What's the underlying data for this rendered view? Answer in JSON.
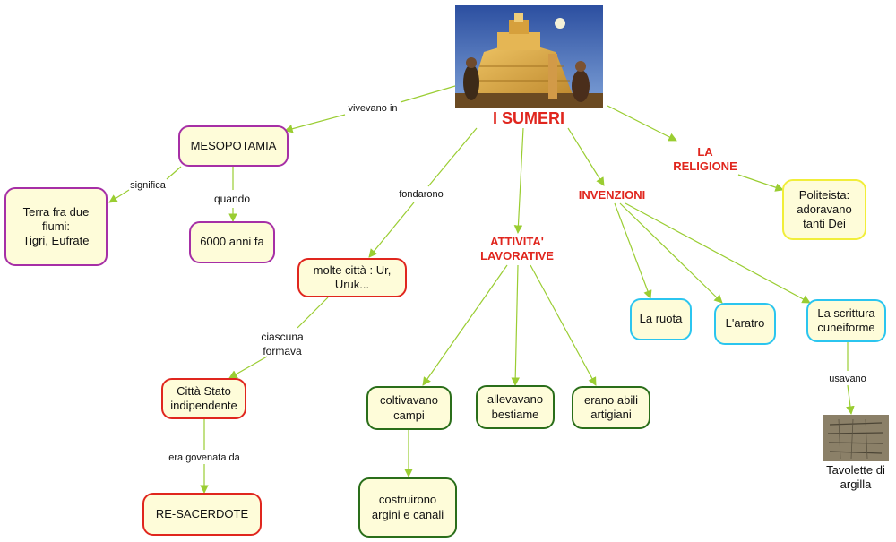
{
  "title": "I SUMERI",
  "concepts": {
    "mesopotamia": "MESOPOTAMIA",
    "terra": "Terra fra due fiumi:\nTigri, Eufrate",
    "anni": "6000 anni fa",
    "citta": "molte città : Ur,\nUruk...",
    "stato": "Città Stato\nindipendente",
    "re": "RE-SACERDOTE",
    "attivita": "ATTIVITA'\nLAVORATIVE",
    "coltivavano": "coltivavano\ncampi",
    "costruirono": "costruirono\nargini e canali",
    "allevavano": "allevavano\nbestiame",
    "artigiani": "erano abili\nartigiani",
    "invenzioni": "INVENZIONI",
    "ruota": "La ruota",
    "aratro": "L'aratro",
    "scrittura": "La scrittura\ncuneiforme",
    "tavolette": "Tavolette di\nargilla",
    "religione": "LA\nRELIGIONE",
    "politeista": "Politeista:\nadoravano\ntanti Dei"
  },
  "links": {
    "vivevano": "vivevano in",
    "significa": "significa",
    "quando": "quando",
    "fondarono": "fondarono",
    "ciascuna": "ciascuna\nformava",
    "governata": "era govenata da",
    "usavano": "usavano"
  },
  "colors": {
    "arrow": "#9acd32",
    "node_fill": "#fefcd9",
    "purple": "#a62fa6",
    "red": "#e0261e",
    "green": "#2a6e1a",
    "cyan": "#2bc5ef",
    "yellow": "#f1ee3a"
  }
}
